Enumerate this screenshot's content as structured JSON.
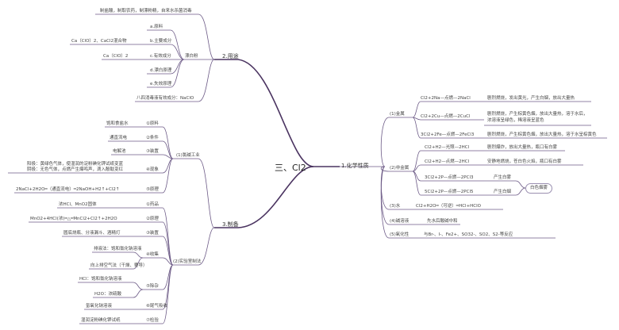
{
  "root": "三、Cl2",
  "main": {
    "use": "2.用途",
    "prep": "3.制备",
    "chem": "1.化学性质"
  },
  "use": {
    "n1": "制盐酸，制取农药，制漂粉精，自来水杀菌消毒",
    "bleach": "漂白粉",
    "raw": "a.原料",
    "comp": "b.主要成分",
    "comp_v": "Ca（ClO）2、CaCl2混合物",
    "eff": "c.有效成分",
    "eff_v": "Ca（ClO）2",
    "prin": "d.漂白原理",
    "fail": "e.失效原理",
    "n2": "八四消毒液有效成分：NaClO"
  },
  "ind": {
    "title": "(1)氯碱工业",
    "raw_v": "饱和食盐水",
    "raw": "①原料",
    "cond_v": "通直流电",
    "cond": "②条件",
    "dev_v": "电解池",
    "dev": "③装置",
    "phen_v1": "阳极：黄绿色气体，使湿润的淀粉碘化钾试纸变蓝",
    "phen_v2": "阴极：无色气体，点燃产生爆鸣声，滴入酚酞变红",
    "phen": "④现象",
    "prin_v": "2NaCl+2H2O═（通直流电）═2NaOH+H2↑+Cl2↑",
    "prin": "⑤原理"
  },
  "lab": {
    "title": "(2)实验室制法",
    "drug_v": "浓HCl、MnO2固体",
    "drug": "①药品",
    "prin_v": "MnO2+4HCl(浓)═△═MnCl2+Cl2↑+2H2O",
    "prin": "②原理",
    "dev_v": "圆底烧瓶、分液漏斗、酒精灯",
    "dev": "③装置",
    "col1": "排液法：饱和氯化钠溶液",
    "col2": "向上排空气法（干燥、要导）",
    "col": "④收集",
    "imp1": "HCl：饱和氯化钠溶液",
    "imp2": "H2O：浓硫酸",
    "imp": "⑤除杂",
    "tail_v": "氢氧化钠溶液",
    "tail": "⑥尾气吸收",
    "test_v": "湿润淀粉碘化钾试纸",
    "test": "⑦检验"
  },
  "metal": {
    "title": "(1)金属",
    "r1": "Cl2+2Na—点燃—2NaCl",
    "d1": "剧烈燃烧，发出黄光，产生白烟，放出大量热",
    "r2": "Cl2+2Cu—点燃—2CuCl",
    "d2a": "剧烈燃烧，产生棕黄色烟，放出大量热，溶于水后，",
    "d2b": "浓溶液呈绿色，稀溶液呈蓝色",
    "r3": "3Cl2+2Fe—点燃—2FeCl3",
    "d3": "剧烈燃烧，产生棕黄色烟，放出大量热，溶于水呈棕黄色"
  },
  "nonmetal": {
    "title": "(2)非金属",
    "r1": "Cl2+H2—光照—2HCl",
    "d1": "剧烈爆炸，放出大量热，瓶口有白雾",
    "r2": "Cl2+H2—点燃—2HCl",
    "d2": "安静地燃烧，苍白色火焰，瓶口有白雾",
    "r3": "3Cl2+2P—点燃—2PCl3",
    "d3": "产生白雾",
    "r4": "5Cl2+2P—点燃—2PCl5",
    "d4": "产生白烟",
    "smoke": "白色烟雾"
  },
  "water": {
    "title": "(3)水",
    "v": "Cl2+H2O═（可逆）═HCl+HClO"
  },
  "base": {
    "title": "(4)碱溶液",
    "v": "先水后酸碱中和"
  },
  "red": {
    "title": "(5)氧化性",
    "v": "与Br-、I-、Fe2+、SO32-、SO2、S2-等反应"
  }
}
